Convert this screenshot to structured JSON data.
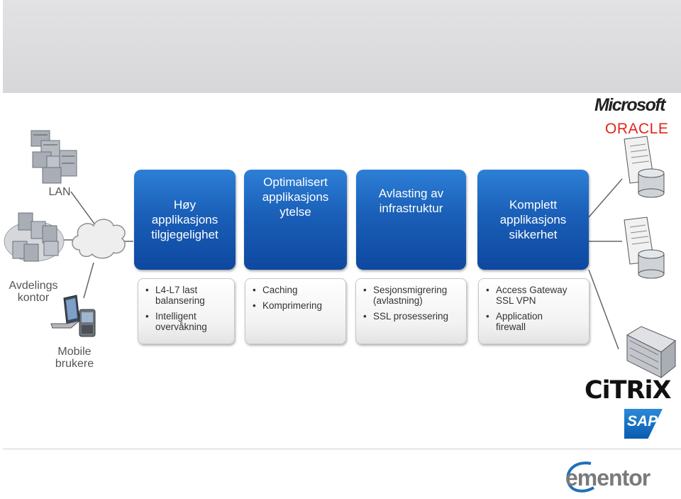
{
  "left_labels": {
    "lan": "LAN",
    "branch": "Avdelings\nkontor",
    "mobile": "Mobile\nbrukere"
  },
  "features": [
    {
      "title": "Høy\napplikasjons\ntilgjegelighet",
      "bullets": [
        "L4-L7 last\nbalansering",
        "Intelligent\novervåkning"
      ]
    },
    {
      "title": "Optimalisert\napplikasjons\nytelse",
      "bullets": [
        "Caching",
        "Komprimering"
      ]
    },
    {
      "title": "Avlasting av\ninfrastruktur",
      "bullets": [
        "Sesjonsmigrering\n(avlastning)",
        "SSL prosessering"
      ]
    },
    {
      "title": "Komplett\napplikasjons\nsikkerhet",
      "bullets": [
        "Access Gateway\nSSL VPN",
        "Application\nfirewall"
      ]
    }
  ],
  "vendors": {
    "microsoft": "Microsoft",
    "oracle": "ORACLE",
    "citrix": "CiTRiX",
    "sap": "SAP"
  },
  "footer_logo": "ementor",
  "colors": {
    "box_blue": "#1a5fb8",
    "oracle_red": "#e2231a",
    "sap_blue": "#0a6ec2",
    "ementor_blue": "#1f6fb8",
    "ementor_gray": "#7a7a7a"
  }
}
